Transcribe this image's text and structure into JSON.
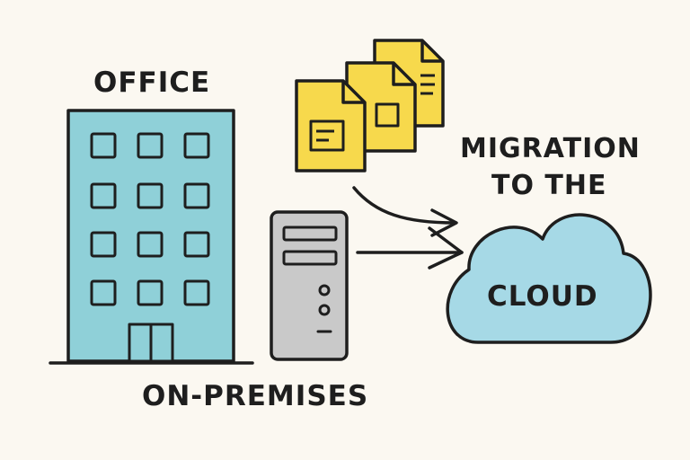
{
  "labels": {
    "office": "OFFICE",
    "on_premises": "ON-PREMISES",
    "migration_line1": "MIGRATION",
    "migration_line2": "TO THE",
    "cloud": "CLOUD"
  },
  "colors": {
    "background": "#fbf8f1",
    "outline": "#1e1e1e",
    "building": "#8fd0d8",
    "server": "#c9c9c9",
    "document": "#f7d94c",
    "cloud": "#a6d9e6"
  }
}
